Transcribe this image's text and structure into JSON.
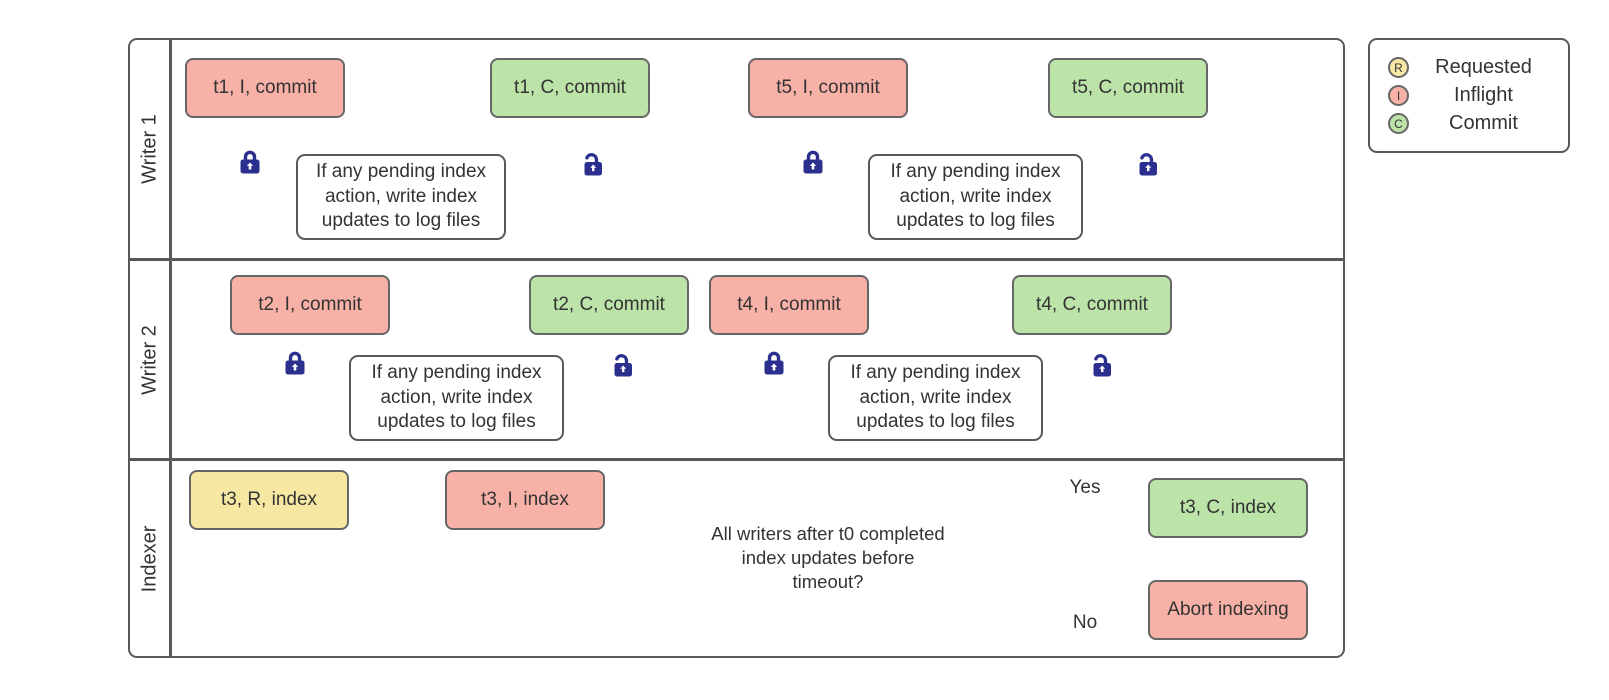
{
  "colors": {
    "inflight_pink": "#f8b1a7",
    "commit_green": "#bce3a8",
    "requested_yellow": "#f6e8a3",
    "line_gray": "#595959",
    "lock_navy": "#2b2f8e",
    "text": "#333333"
  },
  "lanes": {
    "lane1": {
      "label": "Writer 1",
      "t1_inflight": "t1, I, commit",
      "t1_commit": "t1, C, commit",
      "t5_inflight": "t5, I, commit",
      "t5_commit": "t5, C, commit",
      "process": "If any pending index action, write index updates to log files"
    },
    "lane2": {
      "label": "Writer 2",
      "t2_inflight": "t2, I, commit",
      "t2_commit": "t2, C, commit",
      "t4_inflight": "t4, I, commit",
      "t4_commit": "t4, C, commit",
      "process": "If any pending index action, write index updates to log files"
    },
    "lane3": {
      "label": "Indexer",
      "t3_requested": "t3, R, index",
      "t3_inflight": "t3, I, index",
      "decision": "All writers after t0 completed index updates before timeout?",
      "yes_label": "Yes",
      "no_label": "No",
      "t3_commit": "t3, C, index",
      "abort": "Abort indexing"
    }
  },
  "legend": {
    "items": [
      {
        "symbol": "R",
        "label": "Requested",
        "color": "#f6e8a3"
      },
      {
        "symbol": "I",
        "label": "Inflight",
        "color": "#f8b1a7"
      },
      {
        "symbol": "C",
        "label": "Commit",
        "color": "#bce3a8"
      }
    ]
  },
  "icons": {
    "lock_closed": "closed-padlock",
    "lock_open": "open-padlock"
  }
}
